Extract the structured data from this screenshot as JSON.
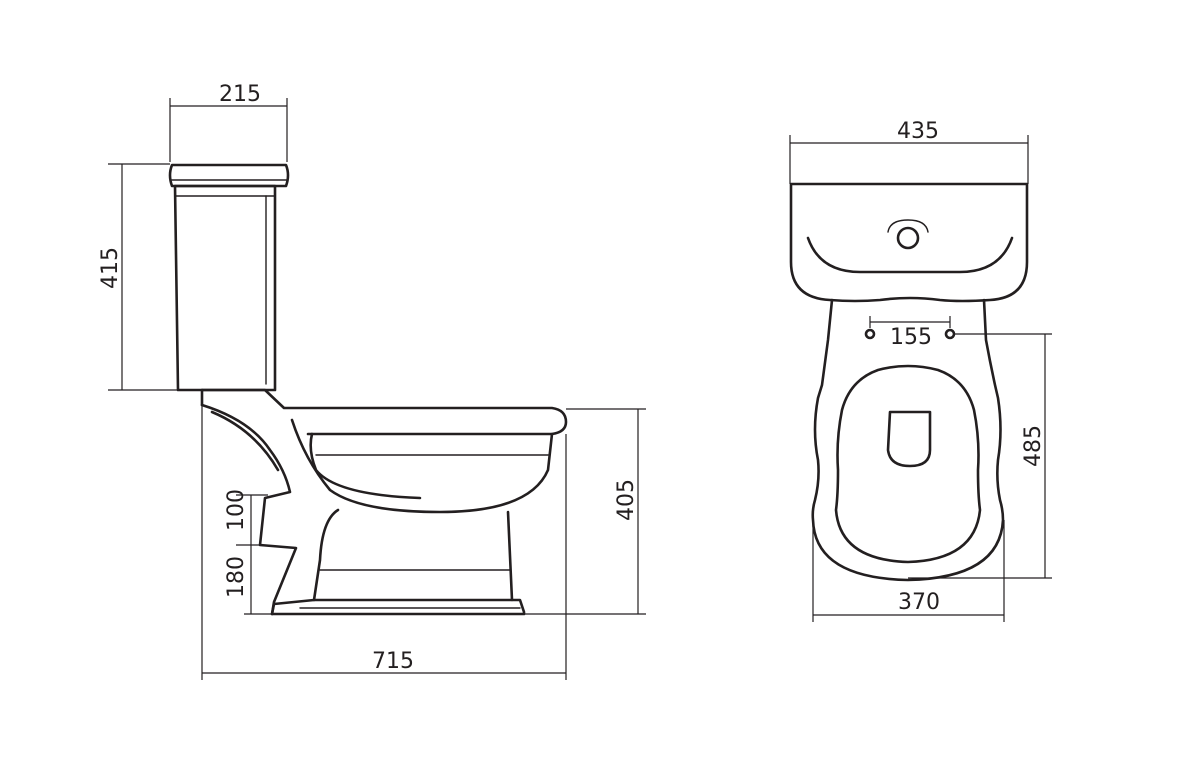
{
  "dimensions": {
    "tank_depth": "215",
    "tank_height": "415",
    "overall_length": "715",
    "pan_height": "405",
    "outlet_to_center": "100",
    "outlet_height": "180",
    "overall_width": "435",
    "fixing_centers": "155",
    "pan_length": "485",
    "pan_width": "370"
  },
  "colors": {
    "line": "#231f20",
    "background": "#ffffff"
  }
}
